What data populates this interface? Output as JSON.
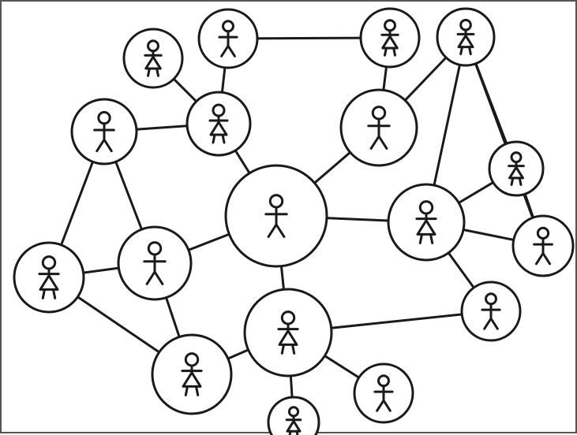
{
  "diagram": {
    "type": "hand-drawn social network",
    "colors": {
      "ink": "#1a1a1a",
      "background": "#ffffff",
      "frame": "#555555"
    },
    "nodes": [
      {
        "id": "n1",
        "figure": "girl"
      },
      {
        "id": "n2",
        "figure": "boy"
      },
      {
        "id": "n3",
        "figure": "girl"
      },
      {
        "id": "n4",
        "figure": "girl"
      },
      {
        "id": "n5",
        "figure": "boy"
      },
      {
        "id": "n6",
        "figure": "girl"
      },
      {
        "id": "n7",
        "figure": "boy"
      },
      {
        "id": "n8",
        "figure": "boy"
      },
      {
        "id": "n9",
        "figure": "girl"
      },
      {
        "id": "n10",
        "figure": "girl"
      },
      {
        "id": "n11",
        "figure": "boy"
      },
      {
        "id": "n12",
        "figure": "girl"
      },
      {
        "id": "n13",
        "figure": "boy"
      },
      {
        "id": "n14",
        "figure": "girl"
      },
      {
        "id": "n15",
        "figure": "boy"
      },
      {
        "id": "n16",
        "figure": "girl"
      },
      {
        "id": "n17",
        "figure": "boy"
      },
      {
        "id": "n18",
        "figure": "girl"
      }
    ],
    "edges": [
      [
        "n1",
        "n6"
      ],
      [
        "n2",
        "n6"
      ],
      [
        "n2",
        "n3"
      ],
      [
        "n3",
        "n7"
      ],
      [
        "n5",
        "n6"
      ],
      [
        "n5",
        "n9"
      ],
      [
        "n5",
        "n11"
      ],
      [
        "n6",
        "n8"
      ],
      [
        "n7",
        "n8"
      ],
      [
        "n7",
        "n4"
      ],
      [
        "n4",
        "n10"
      ],
      [
        "n4",
        "n12"
      ],
      [
        "n4",
        "n13"
      ],
      [
        "n12",
        "n10"
      ],
      [
        "n12",
        "n13"
      ],
      [
        "n10",
        "n13"
      ],
      [
        "n10",
        "n15"
      ],
      [
        "n8",
        "n10"
      ],
      [
        "n8",
        "n11"
      ],
      [
        "n8",
        "n14"
      ],
      [
        "n11",
        "n9"
      ],
      [
        "n11",
        "n16"
      ],
      [
        "n9",
        "n16"
      ],
      [
        "n16",
        "n14"
      ],
      [
        "n14",
        "n15"
      ],
      [
        "n14",
        "n17"
      ],
      [
        "n14",
        "n18"
      ]
    ]
  }
}
